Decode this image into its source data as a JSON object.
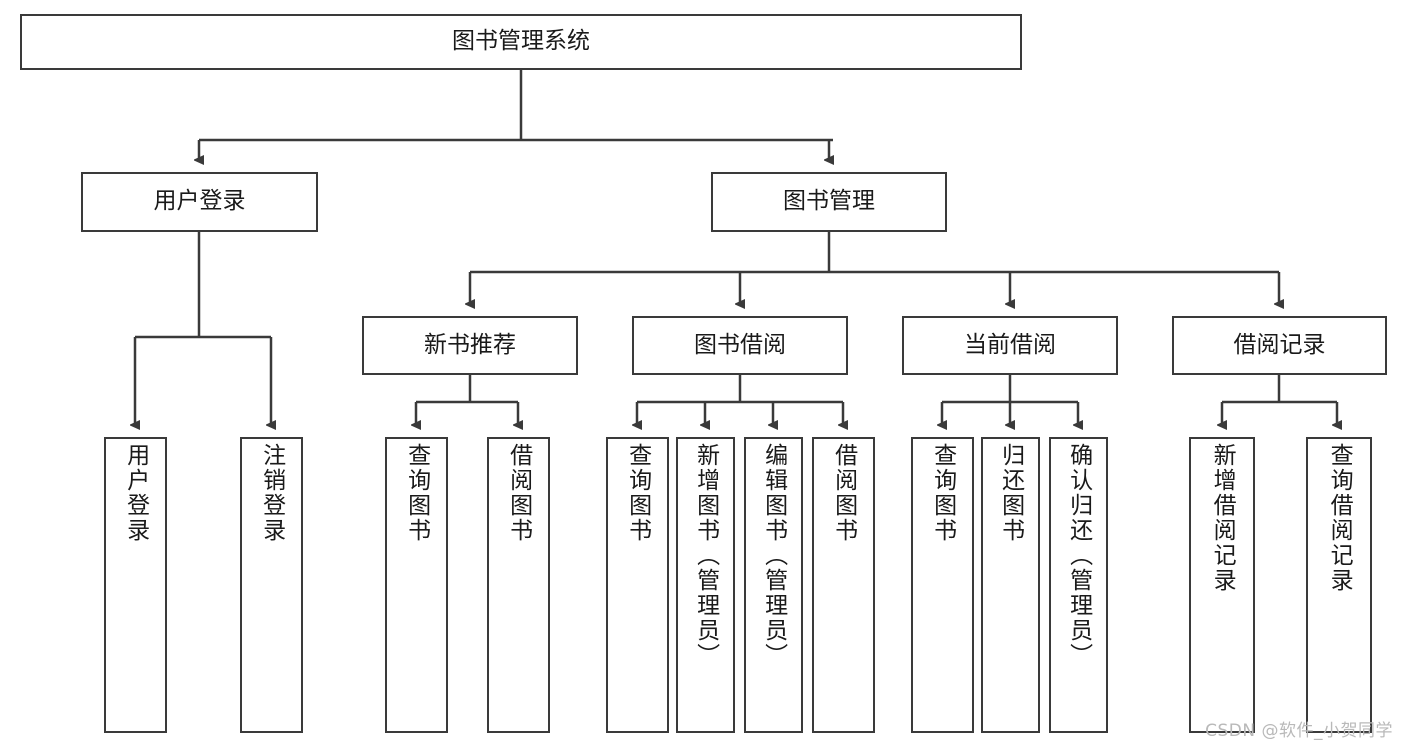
{
  "diagram": {
    "type": "tree-hierarchy-flowchart",
    "title": "图书管理系统",
    "colors": {
      "border": "#3a3a3a",
      "background": "#ffffff",
      "text": "#1a1a1a",
      "watermark": "#b9b9b9"
    },
    "levels": {
      "root": {
        "label": "图书管理系统"
      },
      "level2": [
        {
          "id": "user-login",
          "label": "用户登录"
        },
        {
          "id": "book-management",
          "label": "图书管理"
        }
      ],
      "level3": [
        {
          "id": "new-book-recommend",
          "label": "新书推荐",
          "parent": "book-management"
        },
        {
          "id": "book-borrow",
          "label": "图书借阅",
          "parent": "book-management"
        },
        {
          "id": "current-borrow",
          "label": "当前借阅",
          "parent": "book-management"
        },
        {
          "id": "borrow-record",
          "label": "借阅记录",
          "parent": "book-management"
        }
      ],
      "leaves": {
        "user-login": [
          {
            "id": "leaf-user-login",
            "label": "用户登录"
          },
          {
            "id": "leaf-user-logout",
            "label": "注销登录"
          }
        ],
        "new-book-recommend": [
          {
            "id": "leaf-query-book-1",
            "label": "查询图书"
          },
          {
            "id": "leaf-borrow-book-1",
            "label": "借阅图书"
          }
        ],
        "book-borrow": [
          {
            "id": "leaf-query-book-2",
            "label": "查询图书"
          },
          {
            "id": "leaf-add-book",
            "label": "新增图书（管理员）"
          },
          {
            "id": "leaf-edit-book",
            "label": "编辑图书（管理员）"
          },
          {
            "id": "leaf-borrow-book-2",
            "label": "借阅图书"
          }
        ],
        "current-borrow": [
          {
            "id": "leaf-query-book-3",
            "label": "查询图书"
          },
          {
            "id": "leaf-return-book",
            "label": "归还图书"
          },
          {
            "id": "leaf-confirm-return",
            "label": "确认归还（管理员）"
          }
        ],
        "borrow-record": [
          {
            "id": "leaf-add-record",
            "label": "新增借阅记录"
          },
          {
            "id": "leaf-query-record",
            "label": "查询借阅记录"
          }
        ]
      }
    },
    "watermark": "CSDN @软件_小贺同学"
  }
}
